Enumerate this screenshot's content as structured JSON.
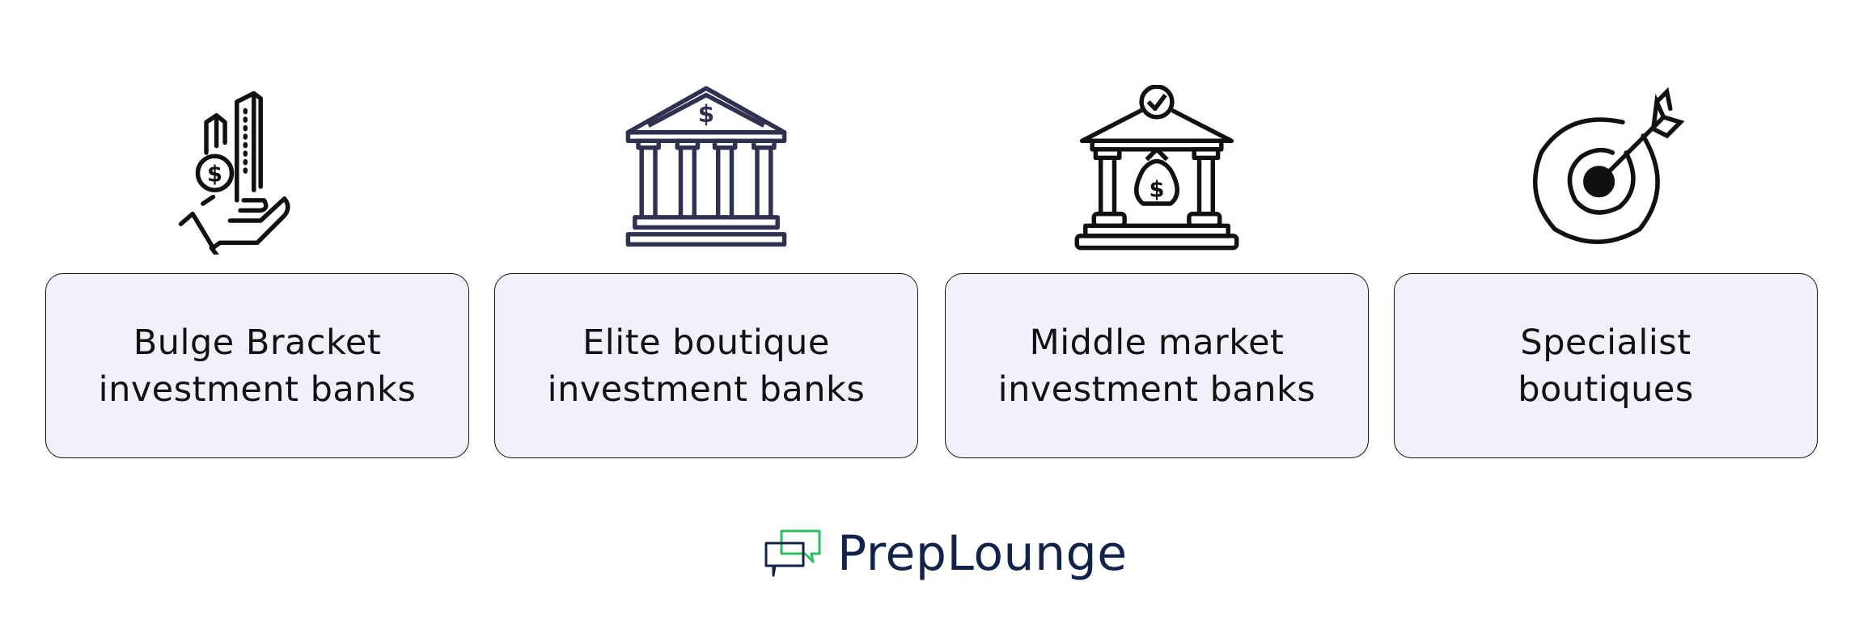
{
  "cards": [
    {
      "line1": "Bulge Bracket",
      "line2": "investment banks",
      "icon": "buildings-hand-coin-icon"
    },
    {
      "line1": "Elite boutique",
      "line2": "investment banks",
      "icon": "bank-building-icon"
    },
    {
      "line1": "Middle market",
      "line2": "investment banks",
      "icon": "bank-money-bag-icon"
    },
    {
      "line1": "Specialist",
      "line2": "boutiques",
      "icon": "target-arrow-icon"
    }
  ],
  "logo": {
    "text": "PrepLounge",
    "green": "#2dbe60",
    "navy": "#12234b"
  },
  "colors": {
    "box_fill": "#f1f0fb",
    "icon_navy": "#2e3150"
  }
}
